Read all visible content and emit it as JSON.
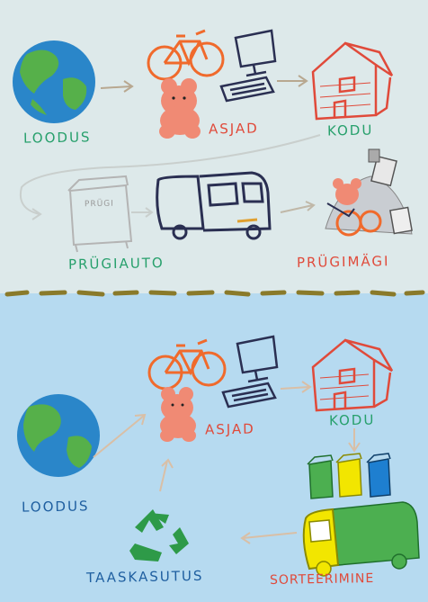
{
  "top_cycle": {
    "labels": {
      "nature": "LOODUS",
      "things": "ASJAD",
      "home": "KODU",
      "garbage_truck": "PRÜGIAUTO",
      "landfill": "PRÜGIMÄGI"
    },
    "bin_text": "PRÜGI"
  },
  "bottom_cycle": {
    "labels": {
      "nature": "LOODUS",
      "things": "ASJAD",
      "home": "KODU",
      "recycling": "TAASKASUTUS",
      "sorting": "SORTEERIMINE"
    }
  },
  "colors": {
    "top_background": "#dde9ea",
    "bottom_background": "#b6daf0",
    "divider": "#8a7a2a",
    "label_green": "#27a06c",
    "label_red": "#e04a3a",
    "label_blue": "#1f5fa0"
  }
}
